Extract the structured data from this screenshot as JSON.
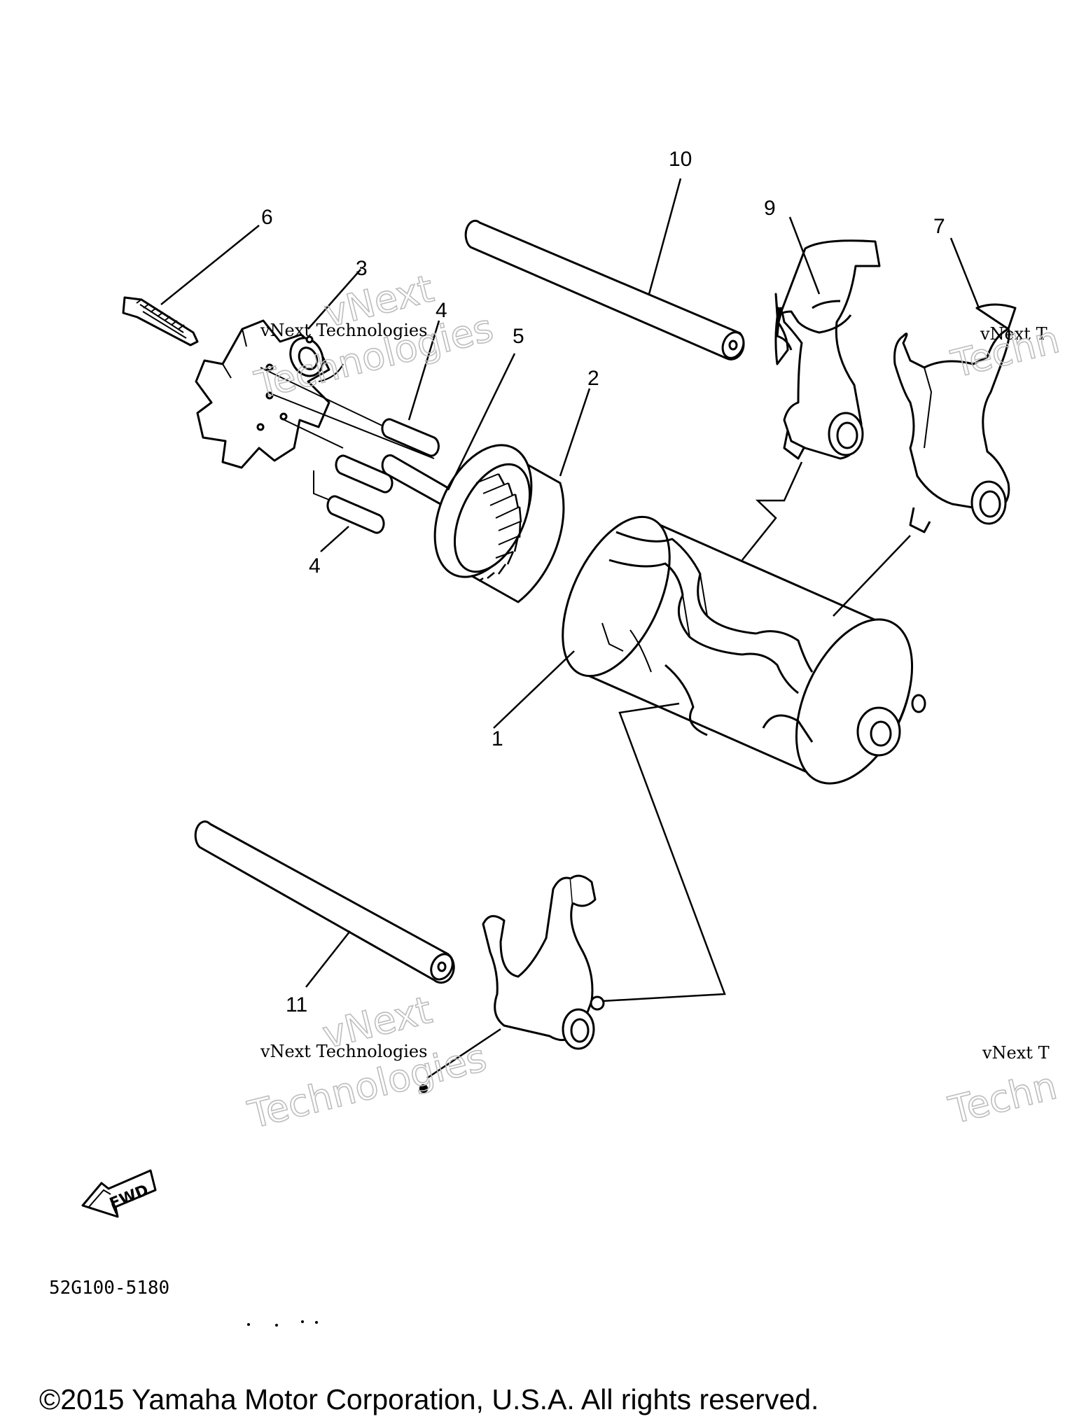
{
  "callouts": {
    "c1": "1",
    "c2": "2",
    "c3": "3",
    "c4a": "4",
    "c4b": "4",
    "c5": "5",
    "c6": "6",
    "c7": "7",
    "c9": "9",
    "c10": "10",
    "c11": "11"
  },
  "watermark": {
    "line": "vNext Technologies",
    "word1": "vNext",
    "word2": "Technologies",
    "partial_line": "vNext T",
    "partial_big": "Techn"
  },
  "fwd_label": "FWD",
  "diagram_code": "52G100-5180",
  "copyright": "©2015 Yamaha Motor Corporation, U.S.A. All rights reserved.",
  "icons": [
    "fwd-arrow-icon"
  ]
}
